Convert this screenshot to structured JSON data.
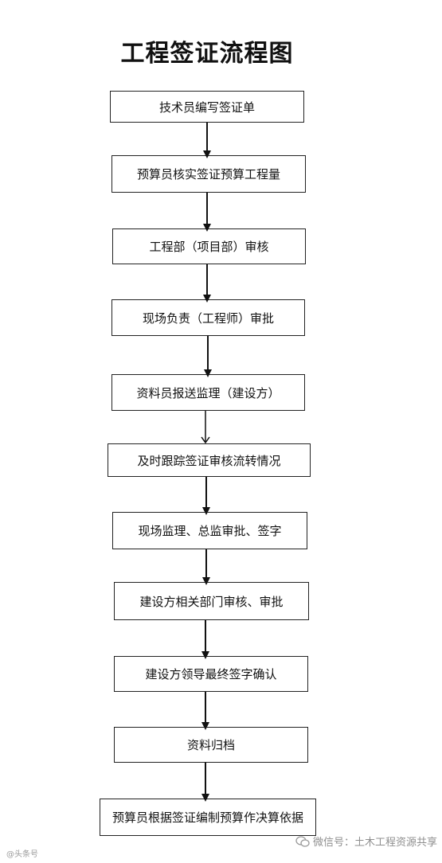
{
  "title": "工程签证流程图",
  "steps": [
    {
      "label": "技术员编写签证单"
    },
    {
      "label": "预算员核实签证预算工程量"
    },
    {
      "label": "工程部（项目部）审核"
    },
    {
      "label": "现场负责（工程师）审批"
    },
    {
      "label": "资料员报送监理（建设方）"
    },
    {
      "label": "及时跟踪签证审核流转情况"
    },
    {
      "label": "现场监理、总监审批、签字"
    },
    {
      "label": "建设方相关部门审核、审批"
    },
    {
      "label": "建设方领导最终签字确认"
    },
    {
      "label": "资料归档"
    },
    {
      "label": "预算员根据签证编制预算作决算依据"
    }
  ],
  "watermarks": {
    "left": "@头条号",
    "right": "微信号：土木工程资源共享",
    "right_icon": "wechat-icon"
  }
}
